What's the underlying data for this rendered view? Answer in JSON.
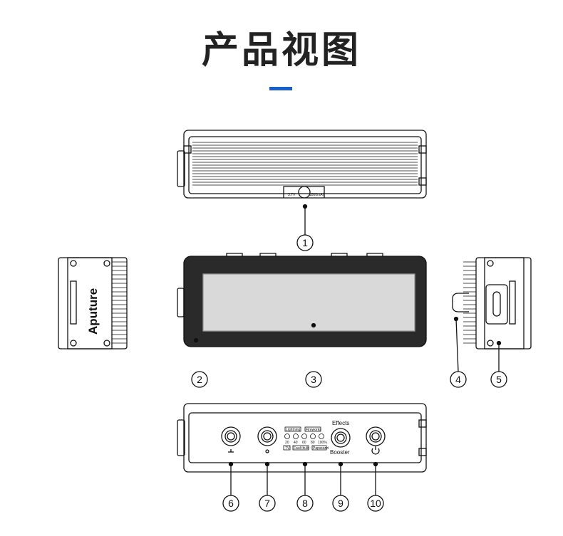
{
  "title": "产品视图",
  "accent_color": "#1a5fc8",
  "top_view": {
    "voltage": "3.7V",
    "capacity": "1800mAh"
  },
  "left_view": {
    "brand": "Aputure"
  },
  "bottom_view": {
    "effects_label": "Effects",
    "booster_label": "Booster",
    "effect_tags_top": [
      "Lightning",
      "Fireworks"
    ],
    "levels": [
      "20",
      "40",
      "60",
      "80",
      "100%"
    ],
    "effect_tags_bottom": [
      "TV",
      "Fault bulb",
      "Paparazzi"
    ]
  },
  "callouts": [
    "1",
    "2",
    "3",
    "4",
    "5",
    "6",
    "7",
    "8",
    "9",
    "10"
  ]
}
